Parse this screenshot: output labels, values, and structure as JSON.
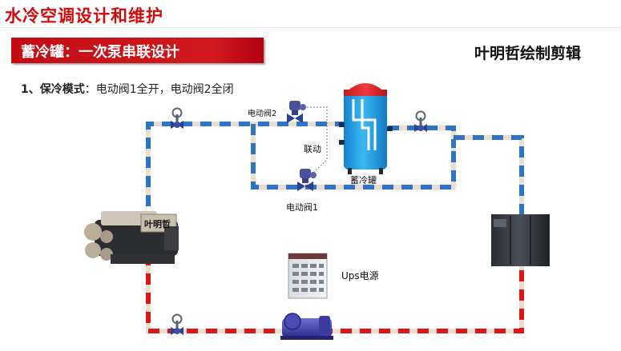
{
  "header": {
    "main_title": "水冷空调设计和维护",
    "banner": "蓄冷罐：一次泵串联设计",
    "author": "叶明哲绘制剪辑"
  },
  "mode": {
    "heading": "1、保冷模式",
    "separator": "：",
    "description": "电动阀1全开，电动阀2全闭"
  },
  "labels": {
    "valve2": "电动阀2",
    "valve1": "电动阀1",
    "linkage": "联动",
    "tank": "蓄冷罐",
    "ups": "Ups电源",
    "chiller_brand": "叶明哲"
  },
  "colors": {
    "pipe_blue": "#2e74c6",
    "pipe_red": "#e01616",
    "pipe_gap": "#eadfcf",
    "tank_body": "#1fa0e6",
    "tank_cap": "#e0242b",
    "title_red": "#d20a0a"
  }
}
